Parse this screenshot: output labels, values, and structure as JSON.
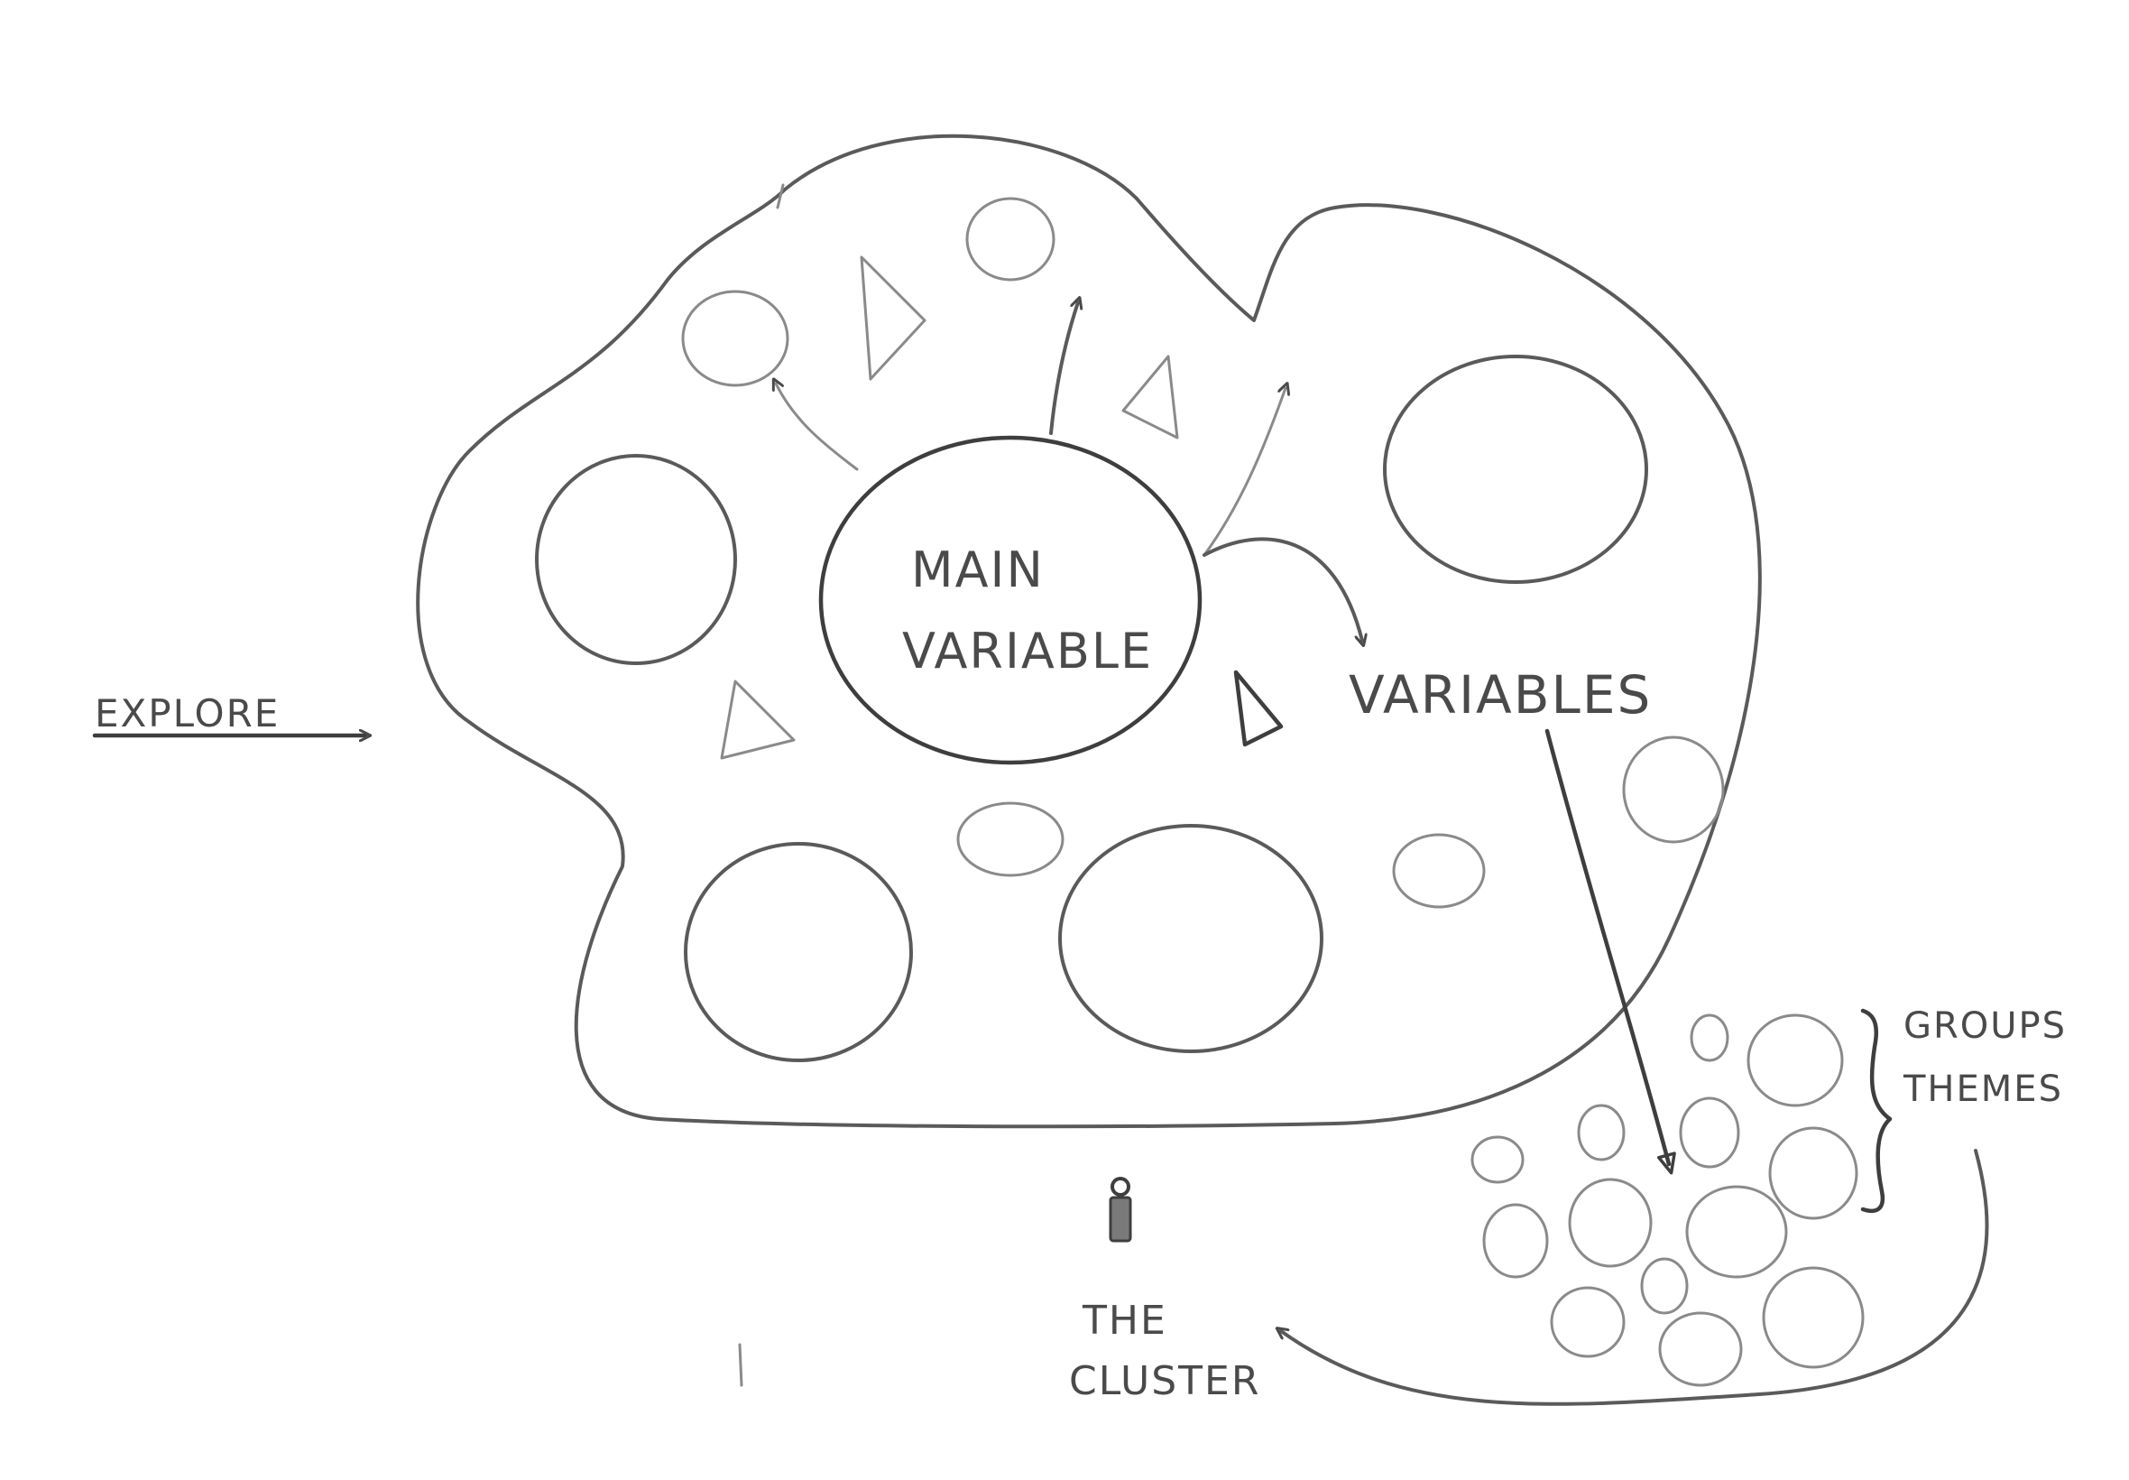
{
  "diagram": {
    "labels": {
      "explore": "EXPLORE",
      "main_variable_line1": "MAIN",
      "main_variable_line2": "VARIABLE",
      "variables": "VARIABLES",
      "groups": "GROUPS",
      "themes": "THEMES",
      "cluster_line1": "THE",
      "cluster_line2": "CLUSTER"
    },
    "colors": {
      "stroke": "#5a5a5a",
      "stroke_light": "#8a8a8a",
      "text": "#4a4a4a",
      "background": "#ffffff"
    },
    "icons": {
      "person": "person-figure-icon"
    }
  }
}
